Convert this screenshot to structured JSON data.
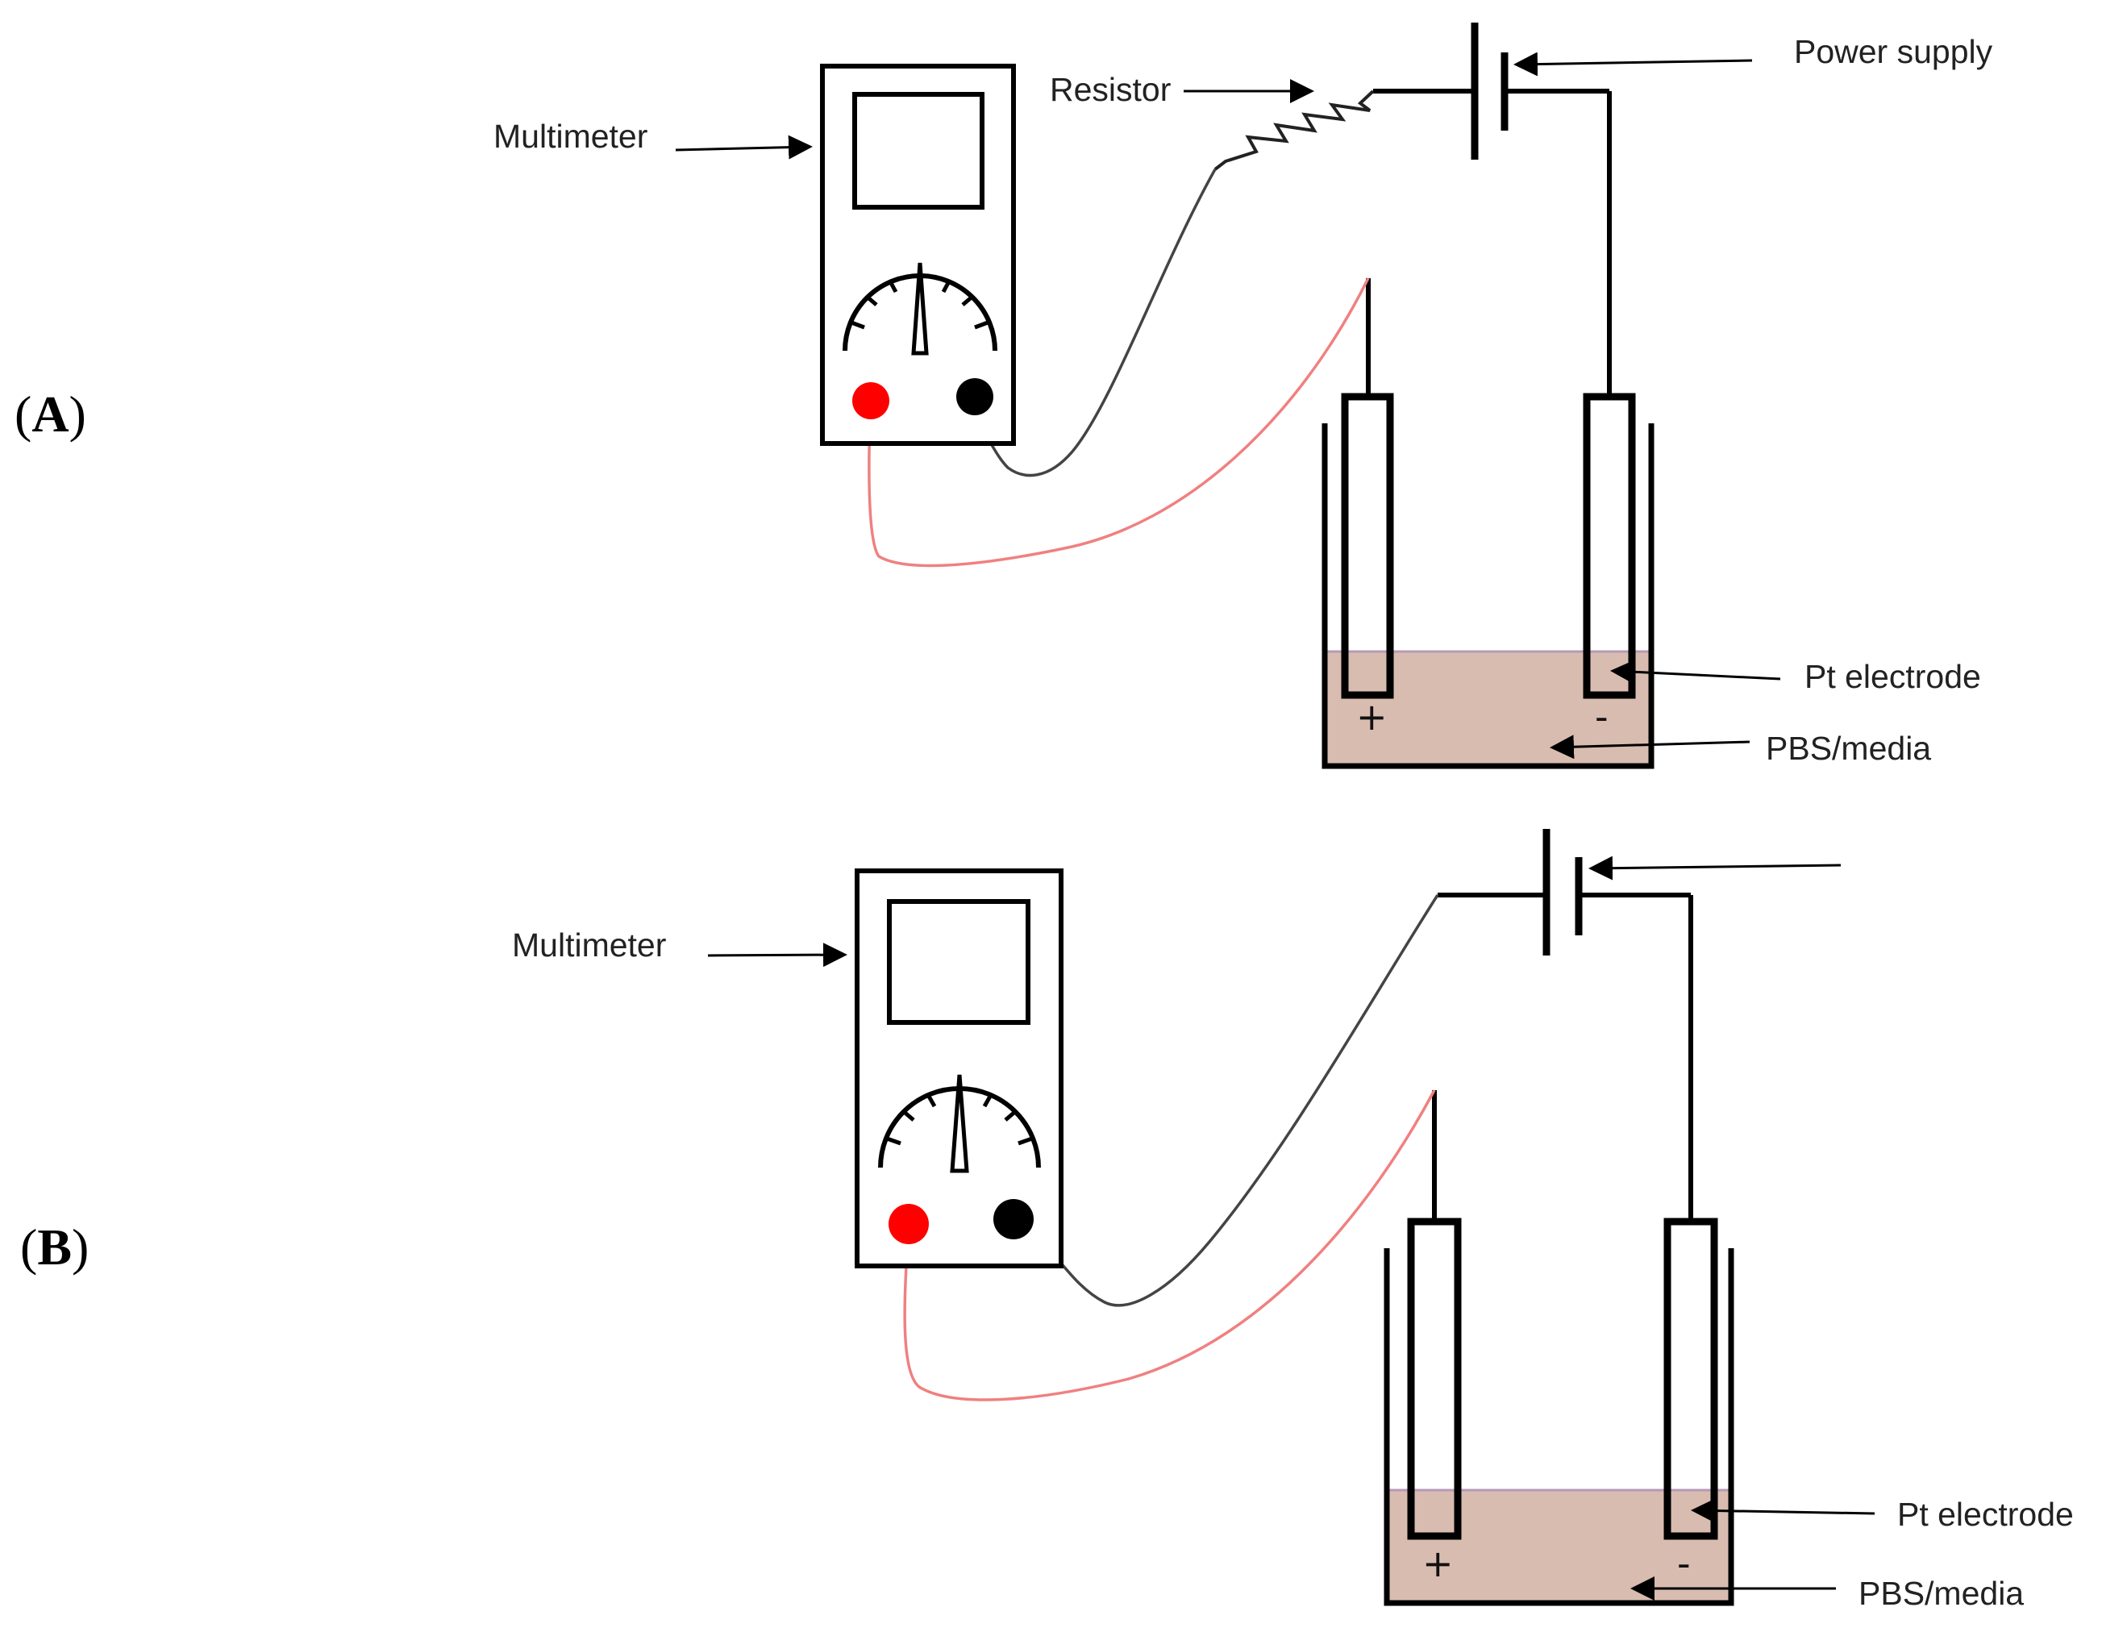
{
  "panels": [
    {
      "label_open": "(",
      "label_letter": "A",
      "label_close": ")",
      "multimeter_label": "Multimeter",
      "resistor_label": "Resistor",
      "power_supply_label": "Power supply",
      "electrode_label": "Pt electrode",
      "media_label": "PBS/media",
      "positive_sign": "+",
      "negative_sign": "-"
    },
    {
      "label_open": "(",
      "label_letter": "B",
      "label_close": ")",
      "multimeter_label": "Multimeter",
      "electrode_label": "Pt electrode",
      "media_label": "PBS/media",
      "positive_sign": "+",
      "negative_sign": "-"
    }
  ],
  "colors": {
    "red_probe": "#ff0000",
    "red_wire": "#f08080",
    "black_probe": "#000000",
    "wire": "#444444",
    "media_fill": "#d9bcb0",
    "media_line": "#b59ab8",
    "outline": "#000000"
  }
}
